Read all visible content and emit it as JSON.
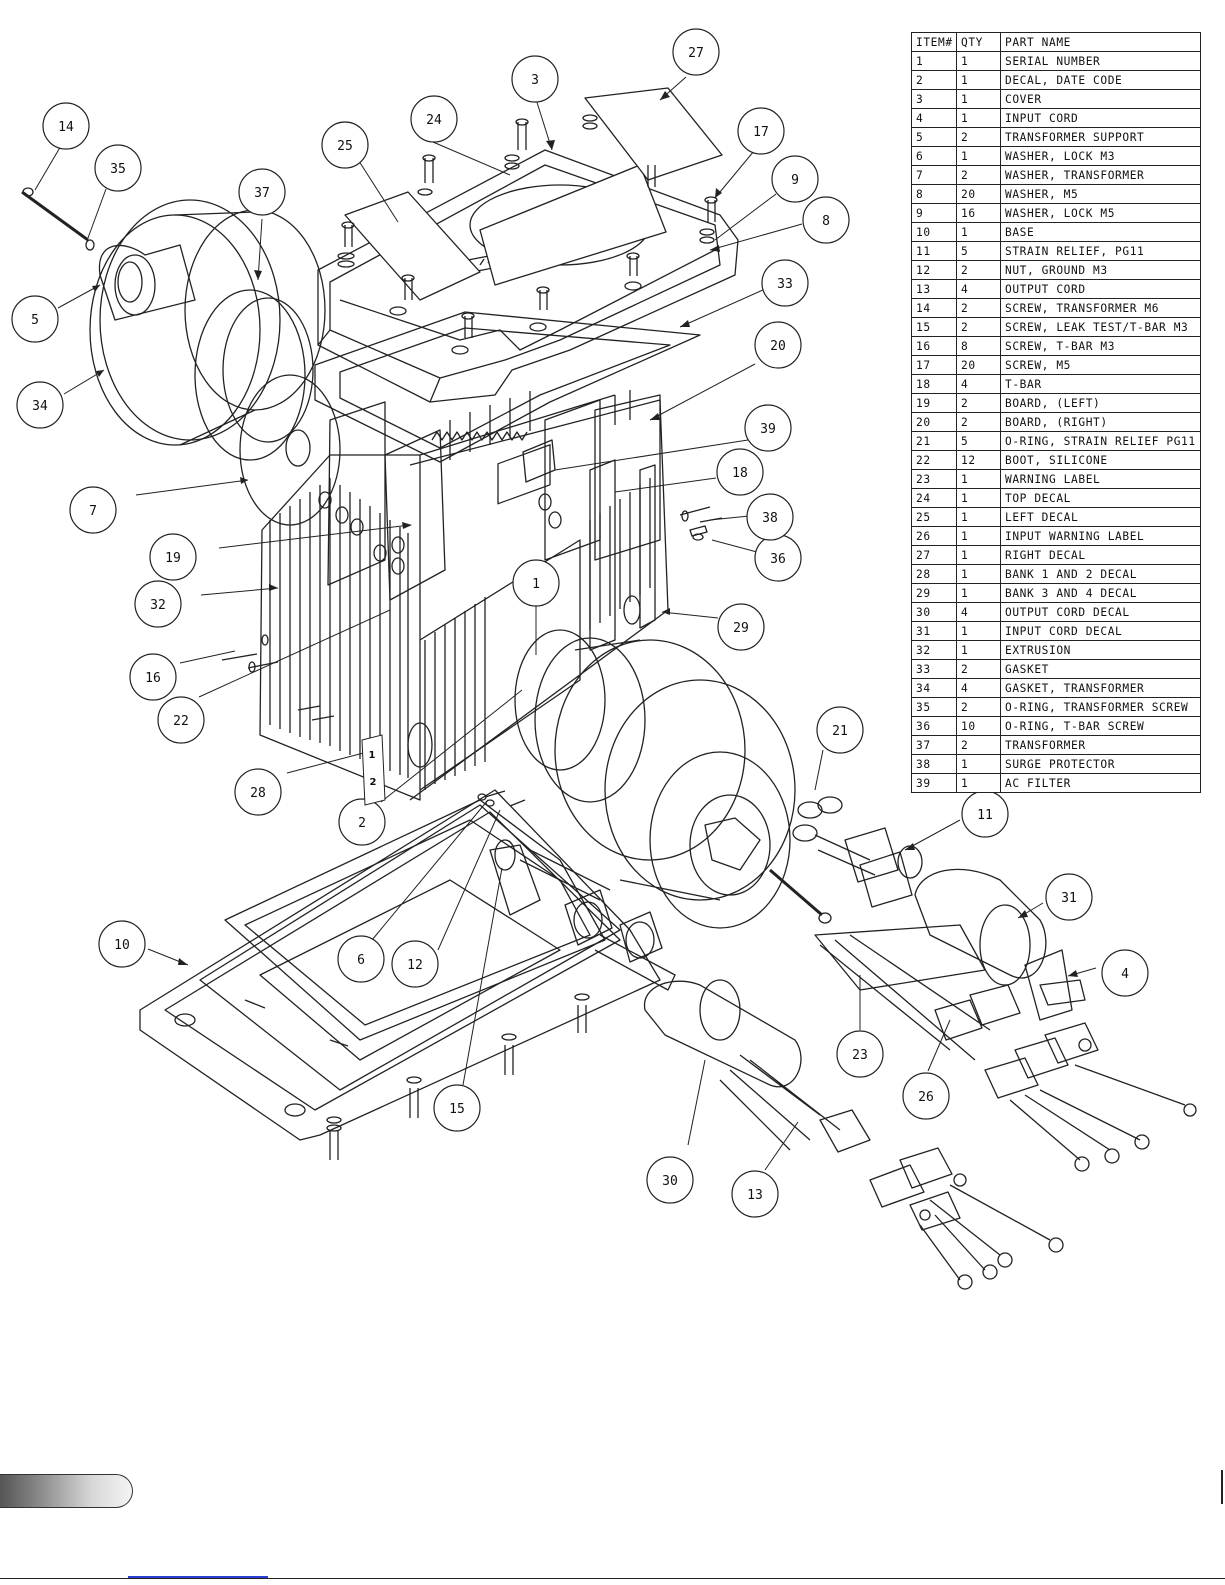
{
  "table": {
    "headers": [
      "ITEM#",
      "QTY",
      "PART NAME"
    ],
    "rows": [
      [
        "1",
        "1",
        "SERIAL NUMBER"
      ],
      [
        "2",
        "1",
        "DECAL, DATE CODE"
      ],
      [
        "3",
        "1",
        "COVER"
      ],
      [
        "4",
        "1",
        "INPUT CORD"
      ],
      [
        "5",
        "2",
        "TRANSFORMER SUPPORT"
      ],
      [
        "6",
        "1",
        "WASHER, LOCK M3"
      ],
      [
        "7",
        "2",
        "WASHER, TRANSFORMER"
      ],
      [
        "8",
        "20",
        "WASHER, M5"
      ],
      [
        "9",
        "16",
        "WASHER, LOCK M5"
      ],
      [
        "10",
        "1",
        "BASE"
      ],
      [
        "11",
        "5",
        "STRAIN RELIEF, PG11"
      ],
      [
        "12",
        "2",
        "NUT, GROUND M3"
      ],
      [
        "13",
        "4",
        "OUTPUT CORD"
      ],
      [
        "14",
        "2",
        "SCREW, TRANSFORMER M6"
      ],
      [
        "15",
        "2",
        "SCREW, LEAK TEST/T-BAR M3"
      ],
      [
        "16",
        "8",
        "SCREW, T-BAR M3"
      ],
      [
        "17",
        "20",
        "SCREW, M5"
      ],
      [
        "18",
        "4",
        "T-BAR"
      ],
      [
        "19",
        "2",
        "BOARD, (LEFT)"
      ],
      [
        "20",
        "2",
        "BOARD, (RIGHT)"
      ],
      [
        "21",
        "5",
        "O-RING, STRAIN RELIEF PG11"
      ],
      [
        "22",
        "12",
        "BOOT, SILICONE"
      ],
      [
        "23",
        "1",
        "WARNING LABEL"
      ],
      [
        "24",
        "1",
        "TOP DECAL"
      ],
      [
        "25",
        "1",
        "LEFT DECAL"
      ],
      [
        "26",
        "1",
        "INPUT WARNING LABEL"
      ],
      [
        "27",
        "1",
        "RIGHT DECAL"
      ],
      [
        "28",
        "1",
        "BANK 1 AND 2 DECAL"
      ],
      [
        "29",
        "1",
        "BANK 3 AND 4 DECAL"
      ],
      [
        "30",
        "4",
        "OUTPUT CORD DECAL"
      ],
      [
        "31",
        "1",
        "INPUT CORD DECAL"
      ],
      [
        "32",
        "1",
        "EXTRUSION"
      ],
      [
        "33",
        "2",
        "GASKET"
      ],
      [
        "34",
        "4",
        "GASKET, TRANSFORMER"
      ],
      [
        "35",
        "2",
        "O-RING, TRANSFORMER SCREW"
      ],
      [
        "36",
        "10",
        "O-RING, T-BAR SCREW"
      ],
      [
        "37",
        "2",
        "TRANSFORMER"
      ],
      [
        "38",
        "1",
        "SURGE PROTECTOR"
      ],
      [
        "39",
        "1",
        "AC FILTER"
      ]
    ]
  },
  "callouts": [
    "1",
    "2",
    "3",
    "4",
    "5",
    "6",
    "7",
    "8",
    "9",
    "10",
    "11",
    "12",
    "13",
    "14",
    "15",
    "16",
    "17",
    "18",
    "19",
    "20",
    "21",
    "22",
    "23",
    "24",
    "25",
    "26",
    "27",
    "28",
    "29",
    "30",
    "31",
    "32",
    "33",
    "34",
    "35",
    "36",
    "37",
    "38",
    "39"
  ],
  "decal_28": {
    "line1": "1",
    "line2": "2"
  }
}
